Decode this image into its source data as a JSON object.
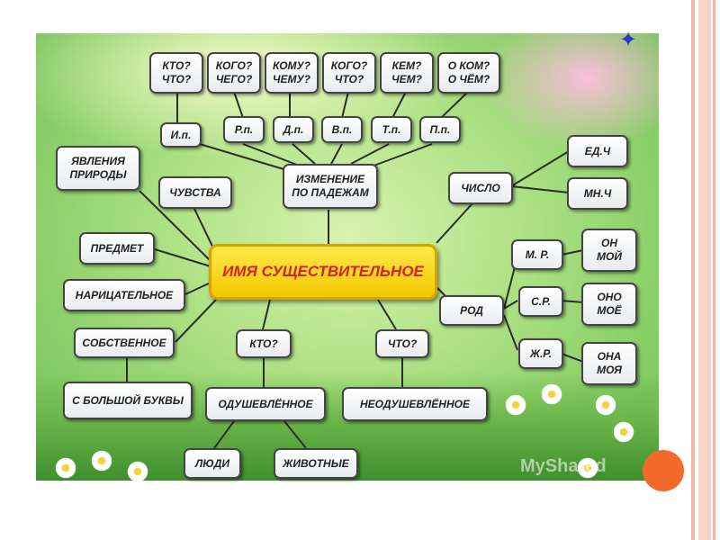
{
  "center": "ИМЯ СУЩЕСТВИТЕЛЬНОЕ",
  "questions_top": [
    "КТО?\nЧТО?",
    "КОГО?\nЧЕГО?",
    "КОМУ?\nЧЕМУ?",
    "КОГО?\nЧТО?",
    "КЕМ?\nЧЕМ?",
    "О КОМ?\nО ЧЁМ?"
  ],
  "cases": [
    "И.п.",
    "Р.п.",
    "Д.п.",
    "В.п.",
    "Т.п.",
    "П.п."
  ],
  "case_change": "ИЗМЕНЕНИЕ\nПО ПАДЕЖАМ",
  "left": {
    "phenomena": "ЯВЛЕНИЯ\nПРИРОДЫ",
    "feelings": "ЧУВСТВА",
    "object": "ПРЕДМЕТ",
    "common": "НАРИЦАТЕЛЬНОЕ",
    "proper": "СОБСТВЕННОЕ",
    "capital": "С БОЛЬШОЙ БУКВЫ"
  },
  "animacy": {
    "who": "КТО?",
    "what": "ЧТО?",
    "animate": "ОДУШЕВЛЁННОЕ",
    "inanimate": "НЕОДУШЕВЛЁННОЕ",
    "people": "ЛЮДИ",
    "animals": "ЖИВОТНЫЕ"
  },
  "number": {
    "label": "ЧИСЛО",
    "singular": "ЕД.Ч",
    "plural": "МН.Ч"
  },
  "gender": {
    "label": "РОД",
    "m": "М. Р.",
    "n": "С.Р.",
    "f": "Ж.Р.",
    "m_ex": "ОН\nМОЙ",
    "n_ex": "ОНО\nМОЁ",
    "f_ex": "ОНА\nМОЯ"
  },
  "watermark": "MyShared",
  "colors": {
    "center_fill": "#f7d51c",
    "center_text": "#d8201c",
    "accent": "#f26b2a"
  }
}
